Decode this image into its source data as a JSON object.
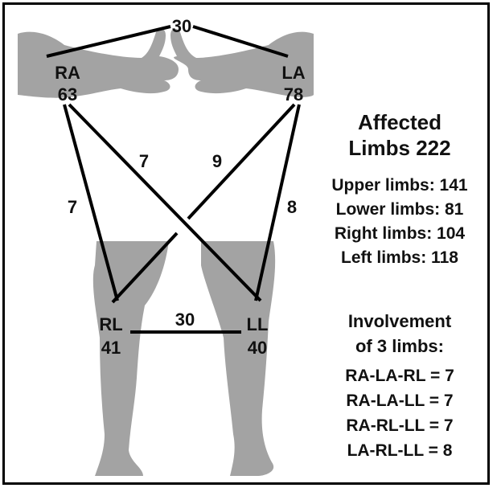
{
  "limbs": {
    "ra": {
      "abbr": "RA",
      "count": "63"
    },
    "la": {
      "abbr": "LA",
      "count": "78"
    },
    "rl": {
      "abbr": "RL",
      "count": "41"
    },
    "ll": {
      "abbr": "LL",
      "count": "40"
    }
  },
  "connections": {
    "ra_la": "30",
    "rl_ll": "30",
    "ra_rl": "7",
    "ra_ll": "7",
    "la_rl": "9",
    "la_ll": "8"
  },
  "summary": {
    "title_line1": "Affected",
    "title_line2": "Limbs 222",
    "stats": [
      "Upper limbs: 141",
      "Lower limbs: 81",
      "Right limbs: 104",
      "Left limbs: 118"
    ]
  },
  "three_limbs": {
    "title_line1": "Involvement",
    "title_line2": "of 3 limbs:",
    "combos": [
      "RA-LA-RL = 7",
      "RA-LA-LL = 7",
      "RA-RL-LL = 7",
      "LA-RL-LL = 8"
    ]
  },
  "colors": {
    "limb_fill": "#a3a3a3",
    "line": "#000000",
    "text": "#111111"
  }
}
